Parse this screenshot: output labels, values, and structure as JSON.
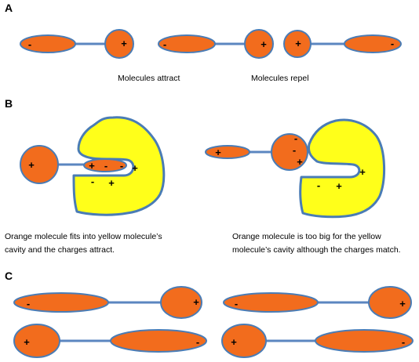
{
  "panels": {
    "a": {
      "letter": "A",
      "caption_attract": "Molecules attract",
      "caption_repel": "Molecules repel"
    },
    "b": {
      "letter": "B",
      "caption_fit_line1": "Orange molecule fits into yellow molecule’s",
      "caption_fit_line2": "cavity and the charges attract.",
      "caption_big_line1": "Orange molecule is too big for the yellow",
      "caption_big_line2": "molecule’s cavity although the charges match."
    },
    "c": {
      "letter": "C"
    }
  },
  "symbols": {
    "plus": "+",
    "minus": "-"
  },
  "colors": {
    "orange": "#f26c1d",
    "outline": "#4a7cb5",
    "linker": "#5b86c0",
    "yellow": "#ffff1a",
    "text": "#000000"
  }
}
